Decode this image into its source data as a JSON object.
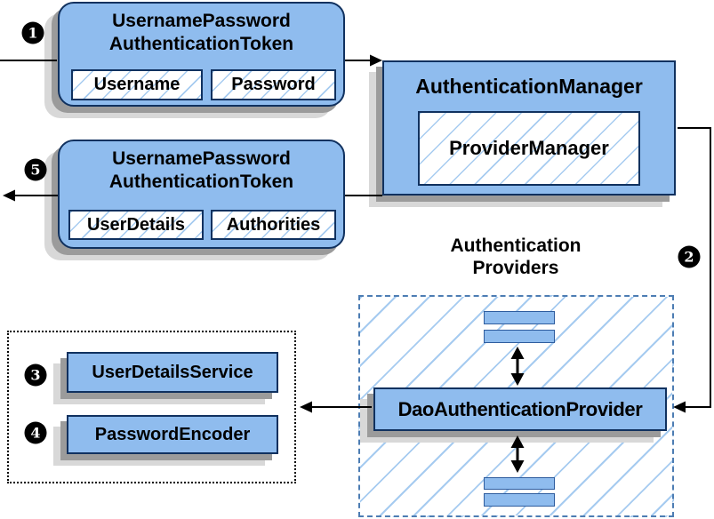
{
  "colors": {
    "node-fill": "#8fbcee",
    "node-border": "#10315f",
    "hatch-line": "#a6cbf0",
    "dashed-border": "#4d7db3",
    "rect-border": "#2e5c9e",
    "shadow-dark": "#9b9b9b",
    "shadow-light": "#d8d8d8",
    "arrow": "#000000",
    "badge-bg": "#000000",
    "badge-text": "#ffffff"
  },
  "badges": {
    "step1": "1",
    "step2": "2",
    "step3": "3",
    "step4": "4",
    "step5": "5"
  },
  "nodes": {
    "request_token": {
      "title_line1": "UsernamePassword",
      "title_line2": "AuthenticationToken",
      "fields": [
        "Username",
        "Password"
      ]
    },
    "authentication_manager": {
      "title": "AuthenticationManager",
      "inner": "ProviderManager"
    },
    "result_token": {
      "title_line1": "UsernamePassword",
      "title_line2": "AuthenticationToken",
      "fields": [
        "UserDetails",
        "Authorities"
      ]
    },
    "providers": {
      "label_line1": "Authentication",
      "label_line2": "Providers",
      "main_provider": "DaoAuthenticationProvider"
    },
    "services": {
      "user_details_service": "UserDetailsService",
      "password_encoder": "PasswordEncoder"
    }
  }
}
